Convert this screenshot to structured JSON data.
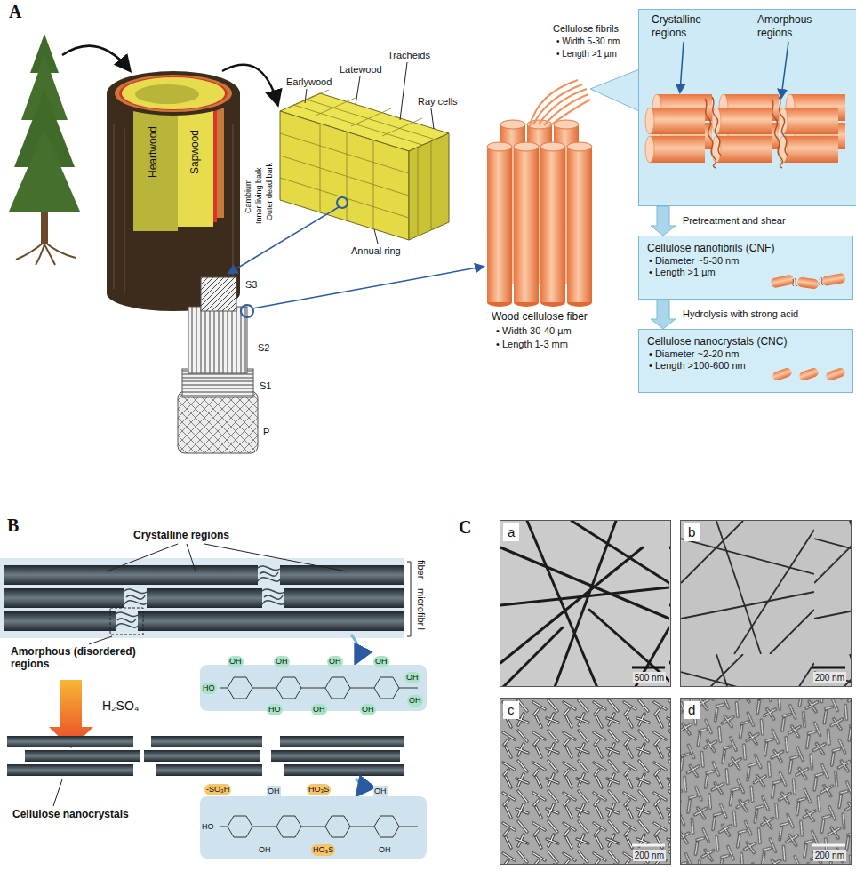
{
  "diagram": {
    "nodes": [
      {
        "text": [
          "Crystalline regions",
          "Amorphous regions"
        ]
      },
      {
        "text": [
          "Cellulose nanofibrils (CNF)",
          "• Diameter ~5-30 nm",
          "• Length >1 µm"
        ]
      },
      {
        "text": [
          "Cellulose nanocrystals (CNC)",
          "• Diameter ~2-20 nm",
          "• Length >100-600 nm"
        ]
      },
      {
        "text": [
          "a",
          "500 nm"
        ]
      },
      {
        "text": [
          "b",
          "200 nm"
        ]
      },
      {
        "text": [
          "c",
          "200 nm"
        ]
      },
      {
        "text": [
          "d",
          "200 nm"
        ]
      }
    ],
    "edges": [
      {
        "from": 0,
        "to": 1,
        "arrow": "to",
        "label": "Pretreatment and shear"
      },
      {
        "from": 1,
        "to": 2,
        "arrow": "to",
        "label": "Hydrolysis with strong acid"
      }
    ],
    "labels": [
      "A",
      "Heartwood",
      "Sapwood",
      "Cambium",
      "Inner living bark",
      "Outer dead bark",
      "Earlywood",
      "Latewood",
      "Tracheids",
      "Ray cells",
      "Annual ring",
      "S3",
      "S2",
      "S1",
      "P",
      "Cellulose fibrils",
      "• Width 5-30 nm",
      "• Length >1 µm",
      "Wood cellulose fiber",
      "• Width 30-40 µm",
      "• Length 1-3 mm",
      "B",
      "Crystalline regions",
      "fiber",
      "microfibril",
      "Amorphous (disordered) regions",
      "H₂SO₄",
      "OH",
      "OH",
      "OH",
      "OH",
      "OH",
      "HO",
      "HO",
      "OH",
      "OH",
      "OH",
      "-SO₃H",
      "OH",
      "HO₃S",
      "OH",
      "HO",
      "OH",
      "HO₃S",
      "OH",
      "Cellulose nanocrystals",
      "C"
    ]
  }
}
